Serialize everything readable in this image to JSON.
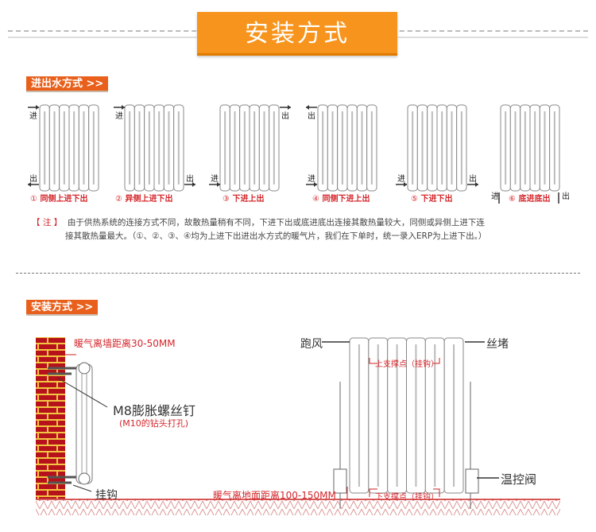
{
  "title": "安装方式",
  "section1": {
    "header": "进出水方式 >>",
    "inlet": "进",
    "outlet": "出",
    "methods": [
      {
        "num": "①",
        "label": "同侧上进下出"
      },
      {
        "num": "②",
        "label": "异侧上进下出"
      },
      {
        "num": "③",
        "label": "下进上出"
      },
      {
        "num": "④",
        "label": "同侧下进上出"
      },
      {
        "num": "⑤",
        "label": "下进下出"
      },
      {
        "num": "⑥",
        "label": "底进底出"
      }
    ],
    "note_tag": "【 注 】",
    "note_line1": "由于供热系统的连接方式不同，故散热量稍有不同，下进下出或底进底出连接其散热量较大，同侧或异侧上进下连",
    "note_line2": "接其散热量最大。（①、②、③、④均为上进下出进出水方式的暖气片，我们在下单时，统一录入ERP为上进下出。）"
  },
  "section2": {
    "header": "安装方式 >>",
    "wall_distance": "暖气离墙距离30-50MM",
    "screw": "M8膨胀螺丝钉",
    "screw_note": "(M10的钻头打孔)",
    "hook": "挂钩",
    "vent": "跑风",
    "plug": "丝堵",
    "upper_support": "上支撑点（挂钩）",
    "lower_support": "下支撑点（挂钩）",
    "valve": "温控阀",
    "floor_distance": "暖气离地面距离100-150MM"
  },
  "colors": {
    "accent": "#f7941d",
    "section": "#e8601c",
    "red": "#d4262b",
    "brick": "#b5121b"
  }
}
